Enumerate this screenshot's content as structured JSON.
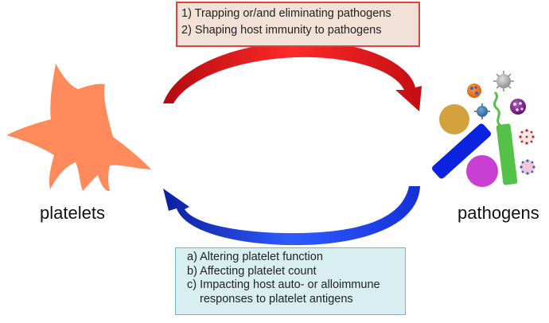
{
  "top_box": {
    "line1": "1) Trapping or/and eliminating pathogens",
    "line2": "2) Shaping host immunity to pathogens"
  },
  "bottom_box": {
    "line_a": "a) Altering platelet function",
    "line_b": "b) Affecting platelet count",
    "line_c1": "c) Impacting host auto- or alloimmune",
    "line_c2": "responses to platelet antigens"
  },
  "labels": {
    "left": "platelets",
    "right": "pathogens"
  },
  "colors": {
    "platelet": "#ff8a5c",
    "arrow_top": "#e3141a",
    "arrow_bottom": "#1530d8",
    "top_box_fill": "#f2e1d6",
    "top_box_border": "#e0433a",
    "bottom_box_fill": "#d9eef0",
    "bottom_box_border": "#6fb9c6",
    "rod": "#0b22e0",
    "green_rod": "#56c148",
    "golden_circle": "#d4a23d",
    "magenta_circle": "#c93fd4"
  }
}
